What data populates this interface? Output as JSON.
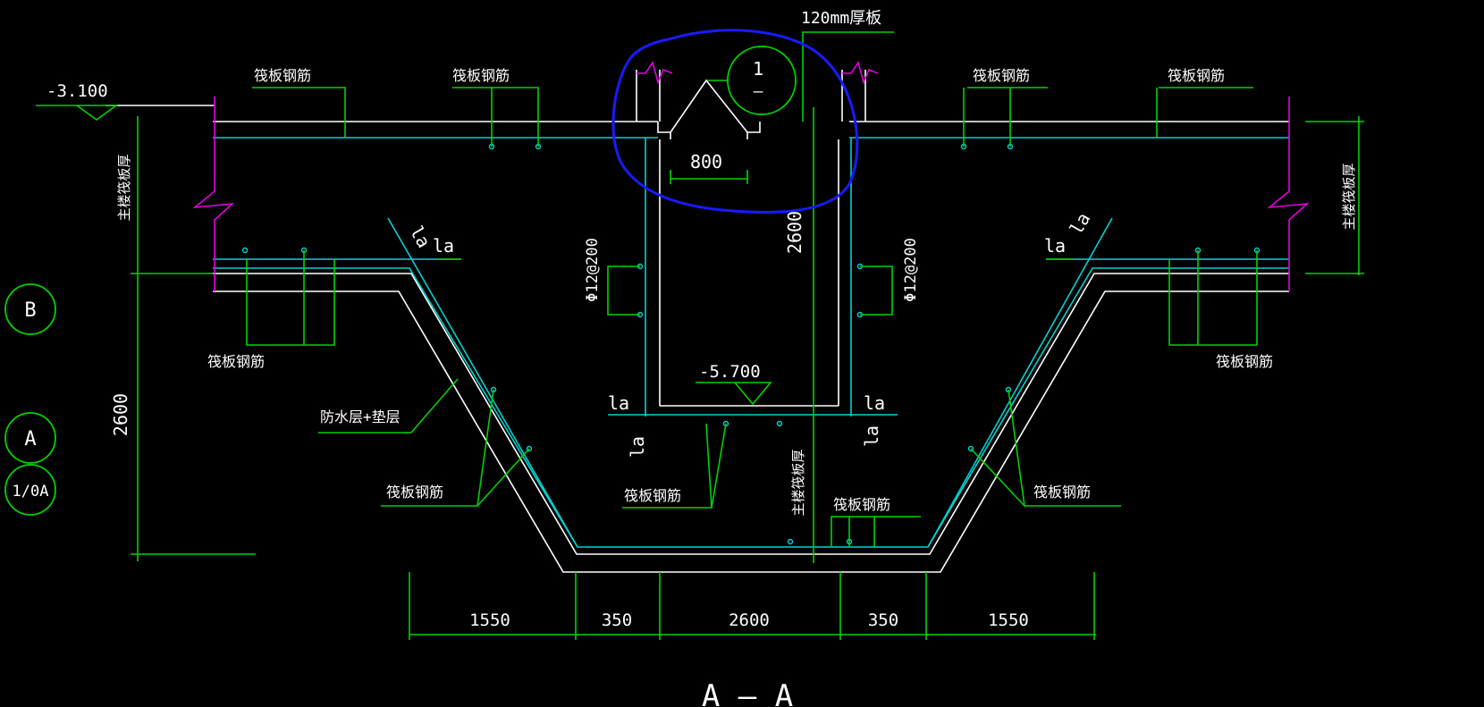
{
  "labels": {
    "plate_120": "120mm厚板",
    "elev_top": "-3.100",
    "elev_pit": "-5.700",
    "detail_num": "1",
    "detail_den": "—",
    "dim_800": "800",
    "dim_2600_v": "2600",
    "dim_2600_left": "2600",
    "rebar_spec_l": "Φ12@200",
    "rebar_spec_r": "Φ12@200",
    "main_floor_thk_l": "主楼筏板厚",
    "main_floor_thk_r": "主楼筏板厚",
    "main_floor_thk_c": "主楼筏板厚",
    "raft_rebar": "筏板钢筋",
    "waterproof": "防水层+垫层",
    "la": "la",
    "axis_b": "B",
    "axis_a": "A",
    "axis_1_0a": "1/0A",
    "section_title": "A — A"
  },
  "dims_bottom": [
    "1550",
    "350",
    "2600",
    "350",
    "1550"
  ],
  "colors": {
    "background": "#000000",
    "concrete": "#ffffff",
    "rebar": "#00d2d2",
    "annotation": "#00d200",
    "break_line": "#e000e0",
    "markup": "#1a1aff"
  }
}
